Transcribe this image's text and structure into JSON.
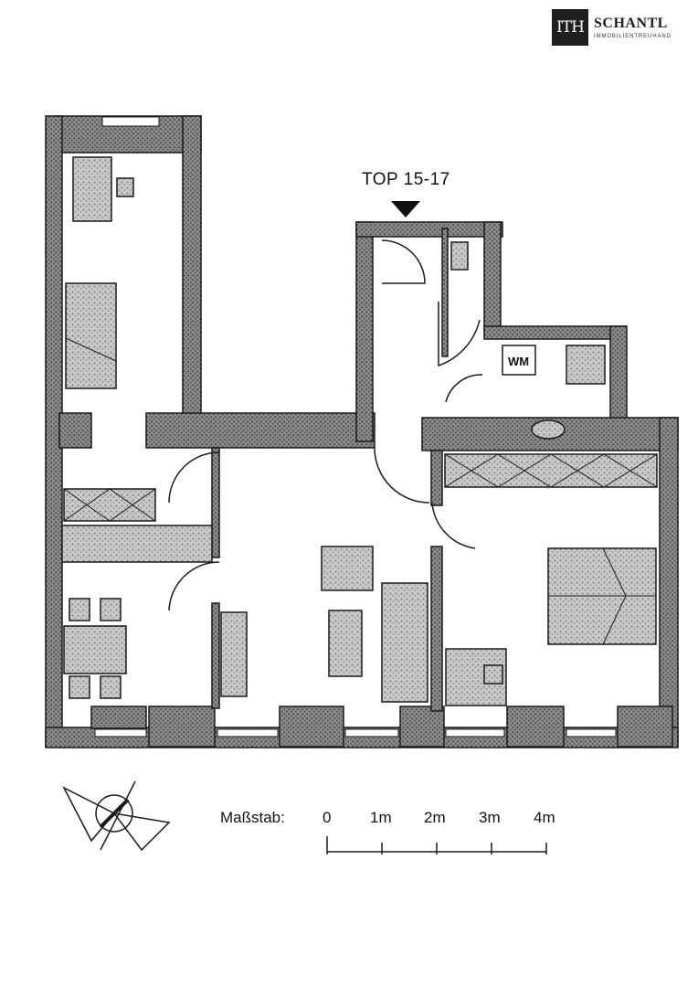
{
  "logo": {
    "mark": "ITH",
    "name": "SCHANTL",
    "subtitle": "IMMOBILIENTREUHAND"
  },
  "unit_label": "TOP 15-17",
  "appliance_label": "WM",
  "scale": {
    "label": "Maßstab:",
    "ticks": [
      "0",
      "1m",
      "2m",
      "3m",
      "4m"
    ]
  },
  "colors": {
    "wall": "#6e6e6e",
    "line": "#1a1a1a",
    "hatch": "#9a9a9a"
  }
}
